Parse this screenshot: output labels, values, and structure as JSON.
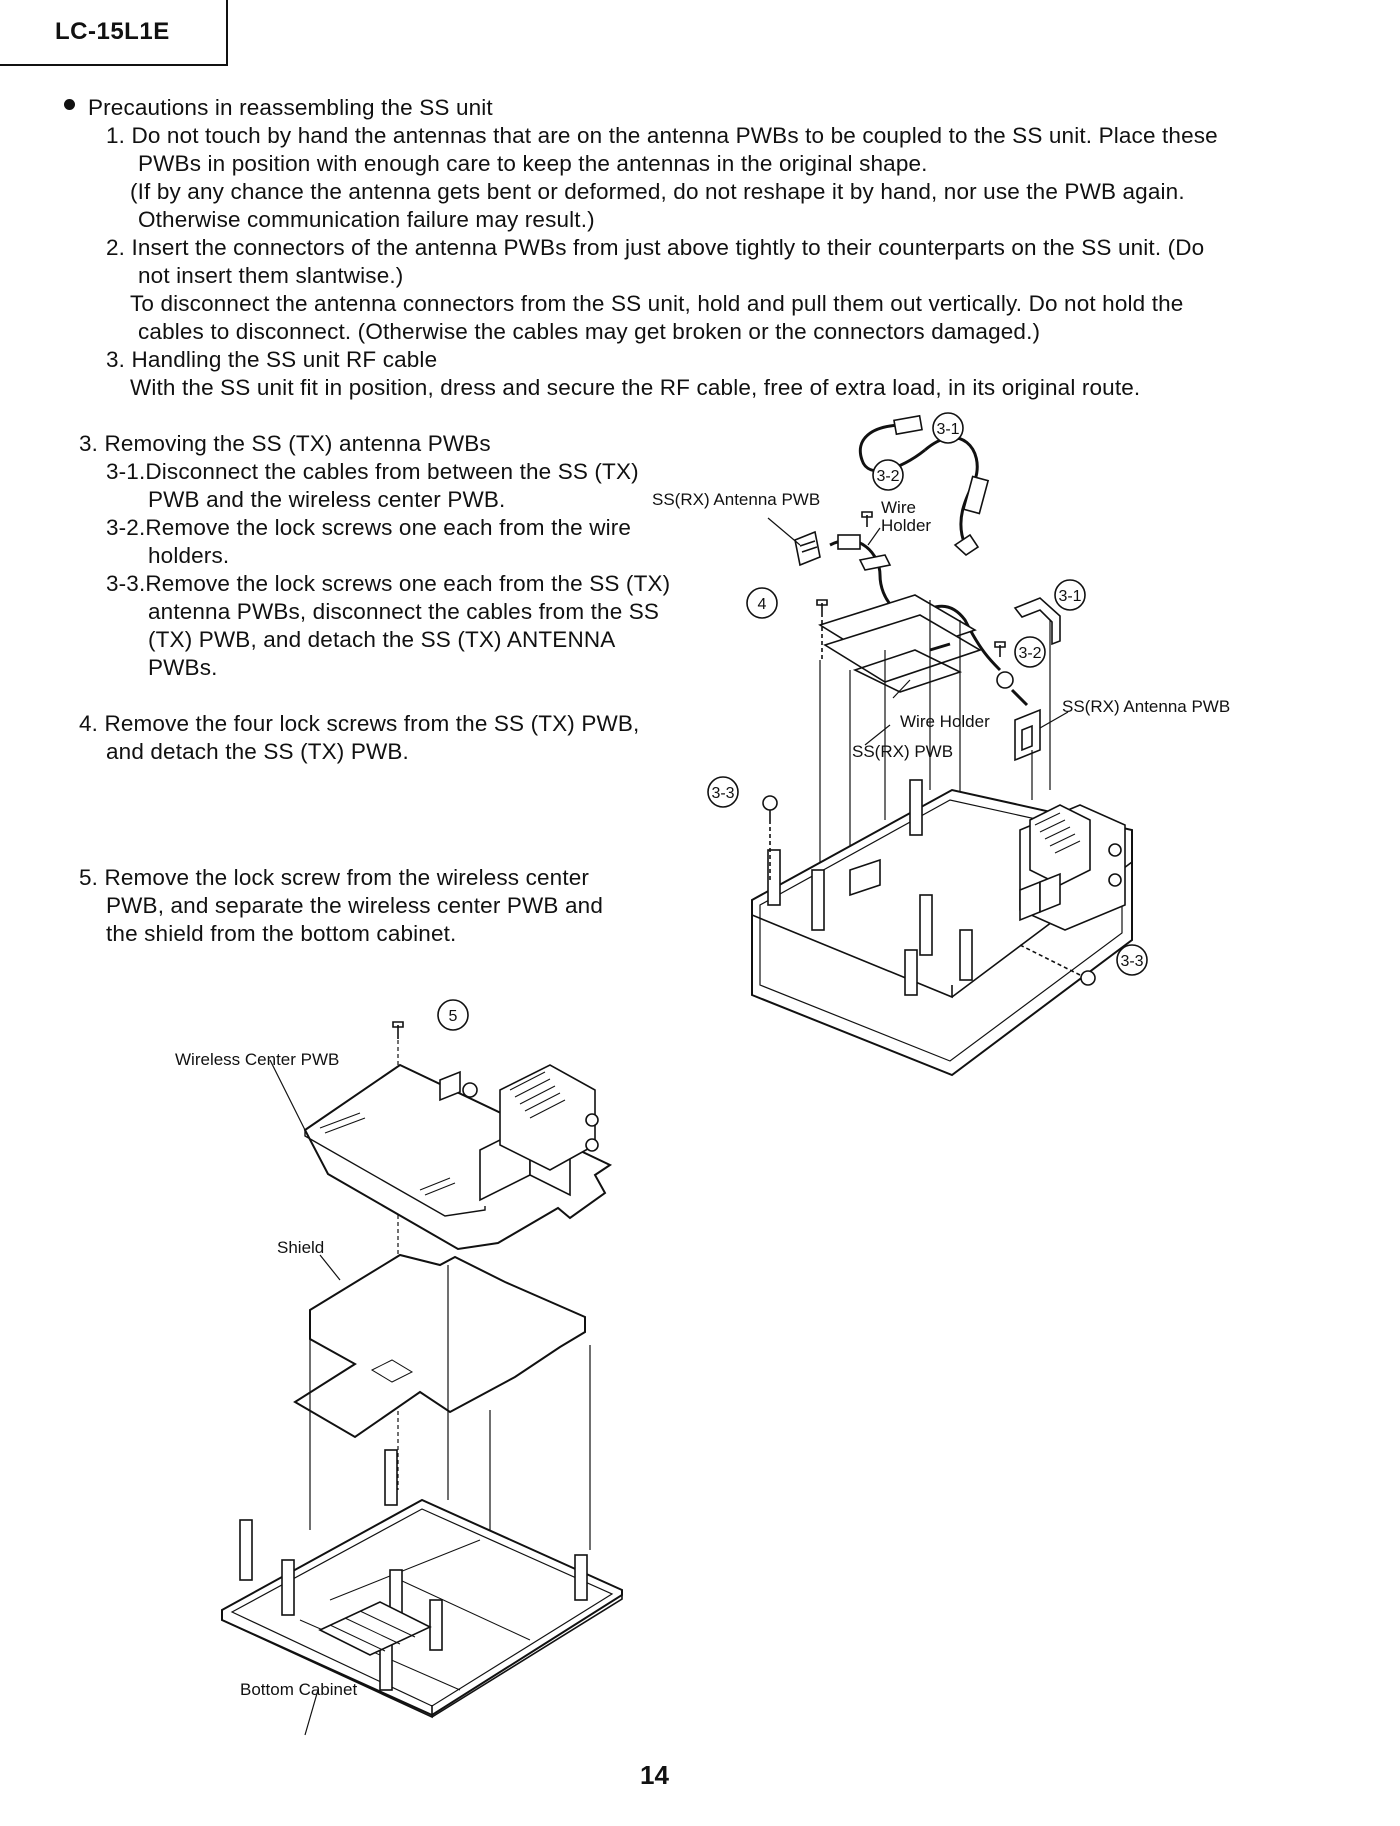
{
  "header": {
    "model": "LC-15L1E"
  },
  "precautions": {
    "title": "Precautions in reassembling the SS unit",
    "lines": [
      "1. Do not touch by hand the antennas that are on the antenna PWBs to be coupled to the SS unit. Place these",
      "PWBs in position with enough care to keep the antennas in the original shape.",
      "(If by any chance the antenna gets bent or deformed, do not reshape it by hand, nor use the PWB again.",
      "Otherwise communication failure may result.)",
      "2. Insert the connectors of the antenna PWBs from just above tightly to their counterparts on the SS unit. (Do",
      "not insert them slantwise.)",
      "To disconnect the antenna connectors from the SS unit, hold and pull them out vertically. Do not hold the",
      "cables to disconnect. (Otherwise the cables may get broken or the connectors damaged.)",
      "3. Handling the SS unit RF cable",
      "With the SS unit fit in position, dress and secure the RF cable, free of extra load, in its original route."
    ]
  },
  "steps": {
    "s3_title": "3.  Removing the SS (TX) antenna PWBs",
    "s3_1a": "3-1.Disconnect the cables from between the SS (TX)",
    "s3_1b": "PWB and the wireless center PWB.",
    "s3_2a": "3-2.Remove the lock screws one each from the wire",
    "s3_2b": "holders.",
    "s3_3a": "3-3.Remove the lock screws one each from the SS (TX)",
    "s3_3b": "antenna PWBs, disconnect the cables from the SS",
    "s3_3c": "(TX) PWB, and detach the SS (TX) ANTENNA",
    "s3_3d": "PWBs.",
    "s4a": "4. Remove the four lock screws from the SS (TX) PWB,",
    "s4b": "and detach the SS (TX) PWB.",
    "s5a": "5. Remove the lock screw from the wireless center",
    "s5b": "PWB, and separate the wireless center PWB and",
    "s5c": "the shield from the bottom cabinet."
  },
  "figure1": {
    "label_antenna_left": "SS(RX) Antenna PWB",
    "label_wire_holder_top_1": "Wire",
    "label_wire_holder_top_2": "Holder",
    "label_wire_holder_mid": "Wire Holder",
    "label_ss_rx_pwb": "SS(RX) PWB",
    "label_antenna_right": "SS(RX) Antenna PWB",
    "callouts": [
      "3-1",
      "3-2",
      "4",
      "3-1",
      "3-2",
      "3-3",
      "3-3"
    ]
  },
  "figure2": {
    "label_wireless": "Wireless Center PWB",
    "label_shield": "Shield",
    "label_cabinet": "Bottom Cabinet",
    "callout": "5"
  },
  "footer": {
    "page_number": "14"
  }
}
